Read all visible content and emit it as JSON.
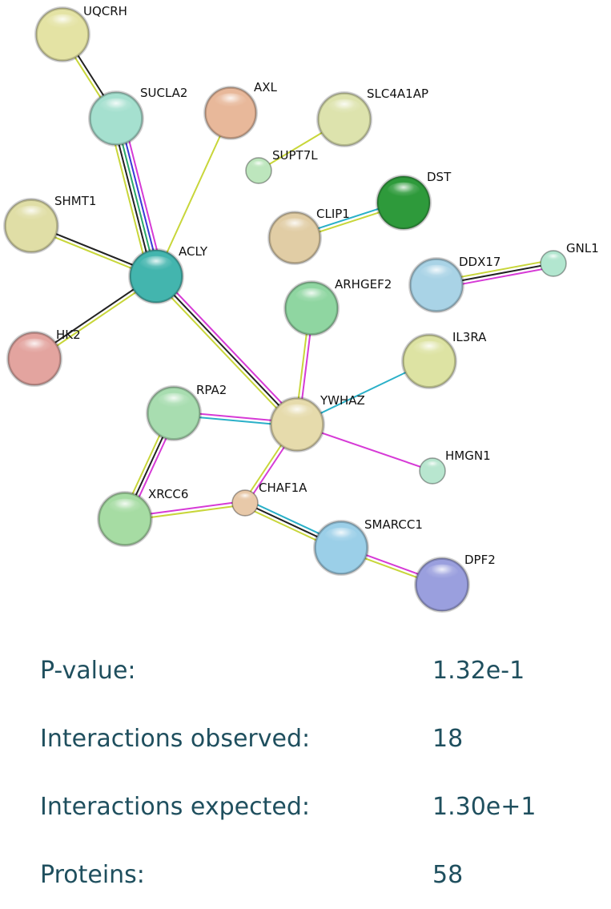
{
  "network": {
    "proteins": [
      {
        "id": "UQCRH",
        "label": "UQCRH",
        "color": "#e4e3a4"
      },
      {
        "id": "SUCLA2",
        "label": "SUCLA2",
        "color": "#a5e0cf"
      },
      {
        "id": "AXL",
        "label": "AXL",
        "color": "#e8b89a"
      },
      {
        "id": "SLC4A1AP",
        "label": "SLC4A1AP",
        "color": "#dde3ad"
      },
      {
        "id": "SUPT7L",
        "label": "SUPT7L",
        "color": "#bde6bd"
      },
      {
        "id": "DST",
        "label": "DST",
        "color": "#2e9a3b"
      },
      {
        "id": "CLIP1",
        "label": "CLIP1",
        "color": "#e1cda5"
      },
      {
        "id": "SHMT1",
        "label": "SHMT1",
        "color": "#e0dea6"
      },
      {
        "id": "ACLY",
        "label": "ACLY",
        "color": "#43b5ae"
      },
      {
        "id": "GNL1",
        "label": "GNL1",
        "color": "#b2e6cf"
      },
      {
        "id": "DDX17",
        "label": "DDX17",
        "color": "#a9d3e6"
      },
      {
        "id": "ARHGEF2",
        "label": "ARHGEF2",
        "color": "#8fd6a1"
      },
      {
        "id": "HK2",
        "label": "HK2",
        "color": "#e3a49f"
      },
      {
        "id": "IL3RA",
        "label": "IL3RA",
        "color": "#dde3a3"
      },
      {
        "id": "RPA2",
        "label": "RPA2",
        "color": "#a8ddb0"
      },
      {
        "id": "YWHAZ",
        "label": "YWHAZ",
        "color": "#e6dbac"
      },
      {
        "id": "HMGN1",
        "label": "HMGN1",
        "color": "#b8e6cf"
      },
      {
        "id": "CHAF1A",
        "label": "CHAF1A",
        "color": "#e8c9a9"
      },
      {
        "id": "XRCC6",
        "label": "XRCC6",
        "color": "#a6dca3"
      },
      {
        "id": "SMARCC1",
        "label": "SMARCC1",
        "color": "#9bcfe8"
      },
      {
        "id": "DPF2",
        "label": "DPF2",
        "color": "#9a9fde"
      }
    ],
    "interactions": [
      {
        "source": "UQCRH",
        "target": "SUCLA2",
        "colors": [
          "#222222",
          "#c8d63a"
        ]
      },
      {
        "source": "SUCLA2",
        "target": "ACLY",
        "colors": [
          "#d63ad6",
          "#3a3ad6",
          "#2aa86a",
          "#222222",
          "#c8d63a"
        ]
      },
      {
        "source": "AXL",
        "target": "ACLY",
        "colors": [
          "#c8d63a"
        ]
      },
      {
        "source": "SLC4A1AP",
        "target": "SUPT7L",
        "colors": [
          "#c8d63a"
        ]
      },
      {
        "source": "CLIP1",
        "target": "DST",
        "colors": [
          "#2ab0c8",
          "#c8d63a"
        ]
      },
      {
        "source": "SHMT1",
        "target": "ACLY",
        "colors": [
          "#222222",
          "#c8d63a"
        ]
      },
      {
        "source": "HK2",
        "target": "ACLY",
        "colors": [
          "#222222",
          "#c8d63a"
        ]
      },
      {
        "source": "DDX17",
        "target": "GNL1",
        "colors": [
          "#c8d63a",
          "#222222",
          "#d63ad6"
        ]
      },
      {
        "source": "ACLY",
        "target": "YWHAZ",
        "colors": [
          "#d63ad6",
          "#222222",
          "#c8d63a"
        ]
      },
      {
        "source": "ARHGEF2",
        "target": "YWHAZ",
        "colors": [
          "#d63ad6",
          "#c8d63a"
        ]
      },
      {
        "source": "IL3RA",
        "target": "YWHAZ",
        "colors": [
          "#2ab0c8"
        ]
      },
      {
        "source": "RPA2",
        "target": "YWHAZ",
        "colors": [
          "#d63ad6",
          "#2ab0c8"
        ]
      },
      {
        "source": "YWHAZ",
        "target": "HMGN1",
        "colors": [
          "#d63ad6"
        ]
      },
      {
        "source": "YWHAZ",
        "target": "CHAF1A",
        "colors": [
          "#d63ad6",
          "#c8d63a"
        ]
      },
      {
        "source": "RPA2",
        "target": "XRCC6",
        "colors": [
          "#d63ad6",
          "#222222",
          "#c8d63a"
        ]
      },
      {
        "source": "XRCC6",
        "target": "CHAF1A",
        "colors": [
          "#d63ad6",
          "#c8d63a"
        ]
      },
      {
        "source": "CHAF1A",
        "target": "SMARCC1",
        "colors": [
          "#2ab0c8",
          "#222222",
          "#c8d63a"
        ]
      },
      {
        "source": "SMARCC1",
        "target": "DPF2",
        "colors": [
          "#d63ad6",
          "#c8d63a"
        ]
      }
    ]
  },
  "stats": [
    {
      "label": "P-value:",
      "value": "1.32e-1"
    },
    {
      "label": "Interactions observed:",
      "value": "18"
    },
    {
      "label": "Interactions expected:",
      "value": "1.30e+1"
    },
    {
      "label": "Proteins:",
      "value": "58"
    }
  ]
}
